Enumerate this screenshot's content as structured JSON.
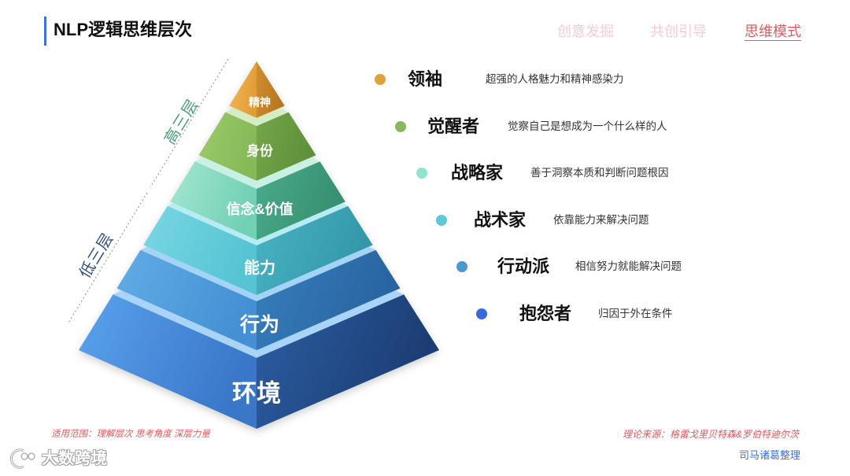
{
  "header": {
    "title": "NLP逻辑思维层次",
    "nav": [
      {
        "label": "创意发掘",
        "active": false
      },
      {
        "label": "共创引导",
        "active": false
      },
      {
        "label": "思维模式",
        "active": true
      }
    ]
  },
  "pyramid": {
    "levels": [
      {
        "label": "精神",
        "colors": {
          "left": [
            "#f3b95a",
            "#e39d36"
          ],
          "right": [
            "#d18d2f",
            "#b8761f"
          ],
          "top": "#f4d79a"
        }
      },
      {
        "label": "身份",
        "colors": {
          "left": [
            "#9ccb6c",
            "#86b957"
          ],
          "right": [
            "#74a64a",
            "#5f8f3a"
          ],
          "top": "#d4edc4"
        }
      },
      {
        "label": "信念&价值",
        "colors": {
          "left": [
            "#a4e7d1",
            "#72d0b5"
          ],
          "right": [
            "#4aab8a",
            "#378f70"
          ],
          "top": "#c8f0e3"
        }
      },
      {
        "label": "能力",
        "colors": {
          "left": [
            "#7ad7e2",
            "#56c4d3"
          ],
          "right": [
            "#48b3c4",
            "#3497a9"
          ],
          "top": "#b8ecf3"
        }
      },
      {
        "label": "行为",
        "colors": {
          "left": [
            "#62ace6",
            "#4590d4"
          ],
          "right": [
            "#377fbd",
            "#28639f"
          ],
          "top": "#a3d3f5"
        }
      },
      {
        "label": "环境",
        "colors": {
          "left": [
            "#5aa3ec",
            "#3a77c9"
          ],
          "right": [
            "#2c5ea3",
            "#1c3c72"
          ],
          "top": "#a9d4f8"
        }
      }
    ],
    "side_labels": {
      "upper": "高三层",
      "lower": "低三层"
    }
  },
  "roles": [
    {
      "name": "领袖",
      "description": "超强的人格魅力和精神感染力",
      "dot_color": "#dca33a"
    },
    {
      "name": "觉醒者",
      "description": "觉察自己是想成为一个什么样的人",
      "dot_color": "#86b95d"
    },
    {
      "name": "战略家",
      "description": "善于洞察本质和判断问题根因",
      "dot_color": "#8fe3cf"
    },
    {
      "name": "战术家",
      "description": "依靠能力来解决问题",
      "dot_color": "#5ccad5"
    },
    {
      "name": "行动派",
      "description": "相信努力就能解决问题",
      "dot_color": "#4a98d2"
    },
    {
      "name": "抱怨者",
      "description": "归因于外在条件",
      "dot_color": "#3868e0"
    }
  ],
  "footer": {
    "scope": "适用范围：理解层次 思考角度 深层力量",
    "source": "理论来源：格雷戈里贝特森&罗伯特迪尔茨",
    "credit": "司马诸葛整理",
    "watermark": "大数跨境"
  },
  "icons": {
    "watermark_logo": "logo-icon"
  },
  "colors": {
    "accent_bar": "#3d6fe0",
    "nav_active": "#e45a63",
    "nav_inactive": "#f8cbcf",
    "side_upper": "#4a9b79",
    "side_lower": "#2f4f88",
    "guide_line": "#9b9b9b",
    "footer_note": "#e2585f",
    "credit": "#3b6fd6"
  }
}
